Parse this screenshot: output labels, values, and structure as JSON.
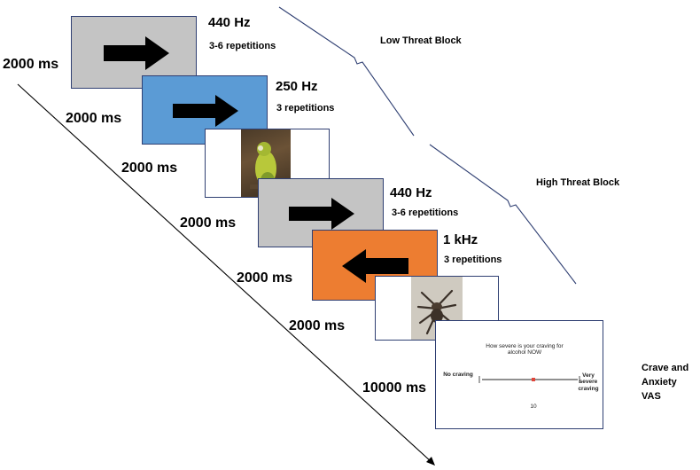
{
  "timings": [
    "2000 ms",
    "2000 ms",
    "2000 ms",
    "2000 ms",
    "2000 ms",
    "2000 ms",
    "10000 ms"
  ],
  "tones": [
    {
      "freq": "440 Hz",
      "reps": "3-6 repetitions"
    },
    {
      "freq": "250 Hz",
      "reps": "3 repetitions"
    },
    {
      "freq": "440 Hz",
      "reps": "3-6 repetitions"
    },
    {
      "freq": "1 kHz",
      "reps": "3 repetitions"
    }
  ],
  "blocks": {
    "low": "Low Threat Block",
    "high": "High Threat Block"
  },
  "vas": {
    "question": "How severe is your craving for alcohol NOW",
    "left": "No craving",
    "right": "Very severe craving",
    "value": "10",
    "caption": "Crave and Anxiety VAS"
  },
  "colors": {
    "gray": "#c4c4c4",
    "blue": "#5b9bd5",
    "orange": "#ed7d31",
    "border": "#2f3f72"
  }
}
